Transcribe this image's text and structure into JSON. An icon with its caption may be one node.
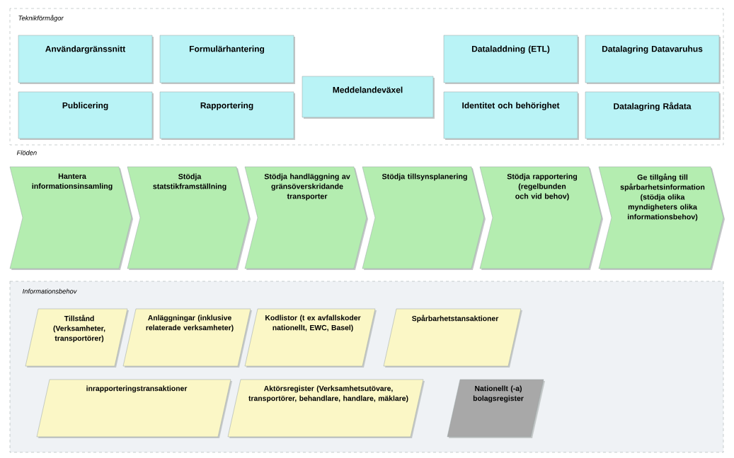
{
  "diagram": {
    "nodes": [
      {
        "text": [
          "Teknikförmågor"
        ]
      },
      {
        "text": [
          "Användargränssnitt"
        ],
        "in": 0
      },
      {
        "text": [
          "Formulärhantering"
        ],
        "in": 0
      },
      {
        "text": [
          "Meddelandeväxel"
        ],
        "in": 0
      },
      {
        "text": [
          "Dataladdning (ETL)"
        ],
        "in": 0
      },
      {
        "text": [
          "Datalagring Datavaruhus"
        ],
        "in": 0
      },
      {
        "text": [
          "Publicering"
        ],
        "in": 0
      },
      {
        "text": [
          "Rapportering"
        ],
        "in": 0
      },
      {
        "text": [
          "Identitet och behörighet"
        ],
        "in": 0
      },
      {
        "text": [
          "Datalagring Rådata"
        ],
        "in": 0
      },
      {
        "text": [
          "Hantera informationsinsamling"
        ]
      },
      {
        "text": [
          "Stödja statstikframställning"
        ]
      },
      {
        "text": [
          "Stödja handläggning av gränsöverskridande transporter"
        ]
      },
      {
        "text": [
          "Stödja tillsynsplanering"
        ]
      },
      {
        "text": [
          "Stödja rapportering (regelbunden och vid behov)"
        ]
      },
      {
        "text": [
          "Ge tillgång till spårbarhetsinformation (stödja olika myndigheters olika informationsbehov)"
        ]
      },
      {
        "text": [
          "Informationsbehov"
        ]
      },
      {
        "text": [
          "Tillstånd (Verksamheter, transportörer)"
        ],
        "in": 16
      },
      {
        "text": [
          "Anläggningar (inklusive relaterade verksamheter)"
        ],
        "in": 16
      },
      {
        "text": [
          "Kodlistor (t ex avfallskoder nationellt, EWC, Basel)"
        ],
        "in": 16
      },
      {
        "text": [
          "Spårbarhetstansaktioner"
        ],
        "in": 16
      },
      {
        "text": [
          "inrapporteringstransaktioner"
        ],
        "in": 16
      },
      {
        "text": [
          "Aktörsregister (Verksamhetsutövare, transportörer, behandlare, handlare, mäklare)"
        ],
        "in": 16
      },
      {
        "text": [
          "Nationellt (-a) bolagsregister"
        ],
        "in": 16
      }
    ],
    "labels": [
      "Flöden"
    ]
  }
}
